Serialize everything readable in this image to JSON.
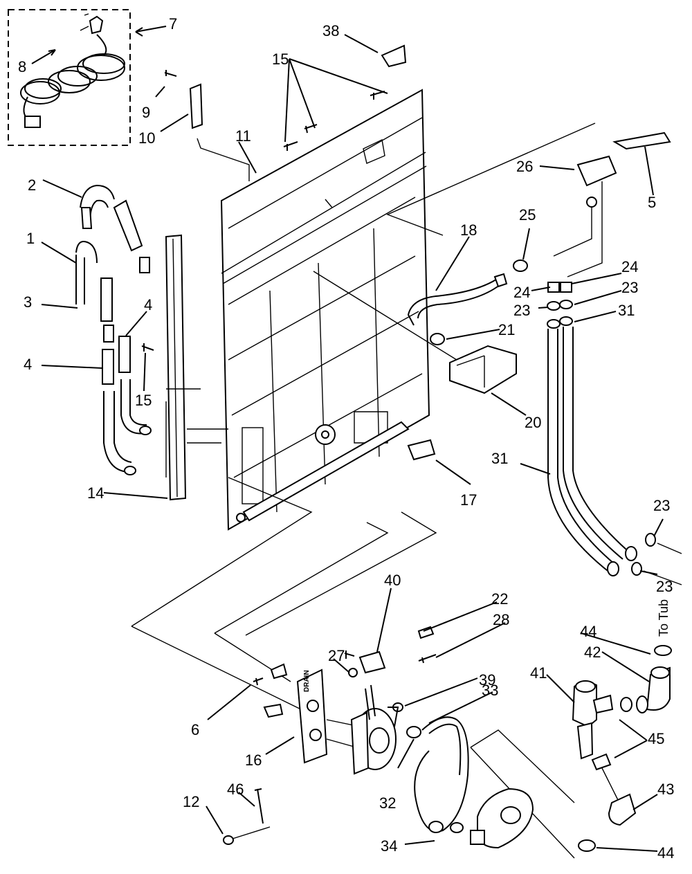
{
  "labels": {
    "l1": "1",
    "l2": "2",
    "l3": "3",
    "l4a": "4",
    "l4b": "4",
    "l5": "5",
    "l6": "6",
    "l7": "7",
    "l8": "8",
    "l9": "9",
    "l10": "10",
    "l11": "11",
    "l12": "12",
    "l14": "14",
    "l15a": "15",
    "l15b": "15",
    "l16": "16",
    "l17": "17",
    "l18": "18",
    "l20": "20",
    "l21": "21",
    "l22": "22",
    "l23a": "23",
    "l23b": "23",
    "l23c": "23",
    "l23d": "23",
    "l24a": "24",
    "l24b": "24",
    "l25": "25",
    "l26": "26",
    "l27": "27",
    "l28": "28",
    "l31a": "31",
    "l31b": "31",
    "l32": "32",
    "l33": "33",
    "l34": "34",
    "l38": "38",
    "l39": "39",
    "l40": "40",
    "l41": "41",
    "l42": "42",
    "l43": "43",
    "l44a": "44",
    "l44b": "44",
    "l45": "45",
    "l46": "46"
  },
  "annotations": {
    "to_tub": "To Tub",
    "drain": "DRAIN"
  }
}
